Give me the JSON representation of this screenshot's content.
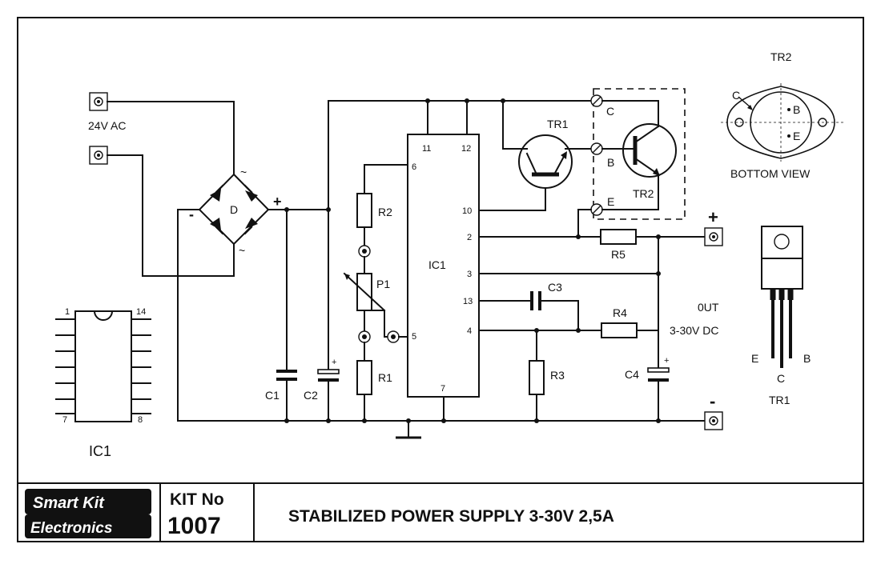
{
  "schematic": {
    "input_label": "24V AC",
    "bridge_label": "D",
    "bridge_plus": "+",
    "bridge_minus": "-",
    "ac_symbol": "~",
    "c1": "C1",
    "c2": "C2",
    "c2_polarity": "+",
    "r1": "R1",
    "r2": "R2",
    "p1": "P1",
    "r3": "R3",
    "r4": "R4",
    "r5": "R5",
    "c3": "C3",
    "c4": "C4",
    "c4_polarity": "+",
    "ic_label": "IC1",
    "ic_pins": {
      "p11": "11",
      "p12": "12",
      "p6": "6",
      "p10": "10",
      "p2": "2",
      "p3": "3",
      "p13": "13",
      "p4": "4",
      "p5": "5",
      "p7": "7"
    },
    "tr1": "TR1",
    "tr2": "TR2",
    "pin_c": "C",
    "pin_b": "B",
    "pin_e": "E",
    "out_plus": "+",
    "out_minus": "-",
    "out_label_1": "0UT",
    "out_label_2": "3-30V DC"
  },
  "pinouts": {
    "ic_title": "IC1",
    "ic_pin_1": "1",
    "ic_pin_14": "14",
    "ic_pin_7": "7",
    "ic_pin_8": "8",
    "tr2_title": "TR2",
    "tr2_c": "C",
    "tr2_b": "B",
    "tr2_e": "E",
    "tr2_view": "BOTTOM VIEW",
    "tr1_title": "TR1",
    "tr1_e": "E",
    "tr1_c": "C",
    "tr1_b": "B"
  },
  "title_block": {
    "logo_line1": "Smart Kit",
    "logo_line2": "Electronics",
    "kit_label": "KIT No",
    "kit_number": "1007",
    "title": "STABILIZED POWER SUPPLY 3-30V 2,5A"
  }
}
